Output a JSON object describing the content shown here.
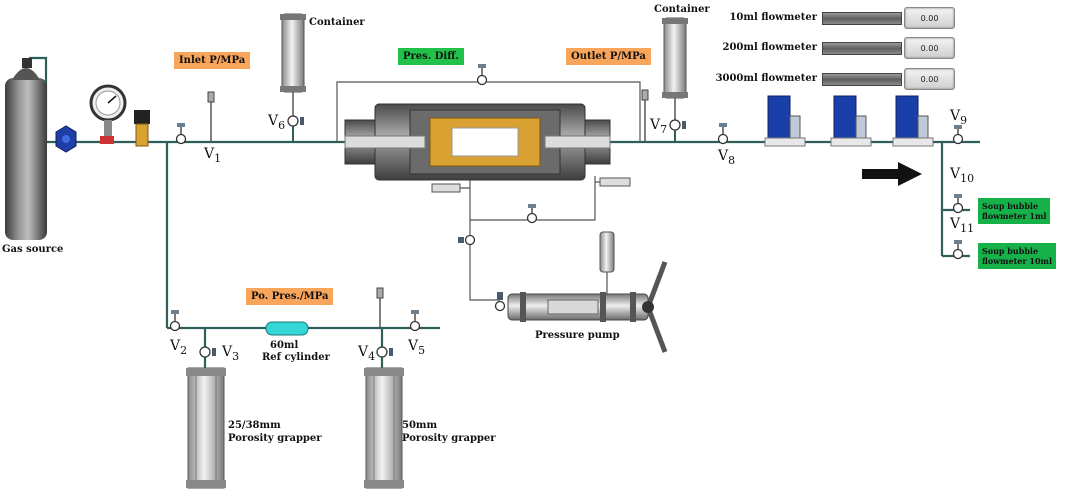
{
  "labels": {
    "gas_source": "Gas source",
    "container_left": "Container",
    "container_right": "Container",
    "inlet": "Inlet P/MPa",
    "pres_diff": "Pres. Diff.",
    "outlet": "Outlet P/MPa",
    "po_pres": "Po. Pres./MPa",
    "ref_cyl_volume": "60ml",
    "ref_cyl_name": "Ref cylinder",
    "pressure_pump": "Pressure pump",
    "grapper_small_size": "25/38mm",
    "grapper_small_name": "Porosity grapper",
    "grapper_large_size": "50mm",
    "grapper_large_name": "Porosity grapper",
    "soap_1ml_line1": "Soup bubble",
    "soap_1ml_line2": "flowmeter 1ml",
    "soap_10ml_line1": "Soup bubble",
    "soap_10ml_line2": "flowmeter 10ml"
  },
  "flowmeters": [
    {
      "label": "10ml flowmeter",
      "value": "0.00"
    },
    {
      "label": "200ml flowmeter",
      "value": "0.00"
    },
    {
      "label": "3000ml flowmeter",
      "value": "0.00"
    }
  ],
  "valves": {
    "v1": {
      "letter": "V",
      "num": "1"
    },
    "v2": {
      "letter": "V",
      "num": "2"
    },
    "v3": {
      "letter": "V",
      "num": "3"
    },
    "v4": {
      "letter": "V",
      "num": "4"
    },
    "v5": {
      "letter": "V",
      "num": "5"
    },
    "v6": {
      "letter": "V",
      "num": "6"
    },
    "v7": {
      "letter": "V",
      "num": "7"
    },
    "v8": {
      "letter": "V",
      "num": "8"
    },
    "v9": {
      "letter": "V",
      "num": "9"
    },
    "v10": {
      "letter": "V",
      "num": "10"
    },
    "v11": {
      "letter": "V",
      "num": "11"
    }
  },
  "colors": {
    "pipe": "#2f5f5a",
    "orange_tag": "#f9a55b",
    "green_tag": "#22c24a",
    "ref_cylinder": "#37d6d6",
    "core_holder_sample": "#d9a032",
    "flowmeter_blue": "#1b3fa8"
  }
}
